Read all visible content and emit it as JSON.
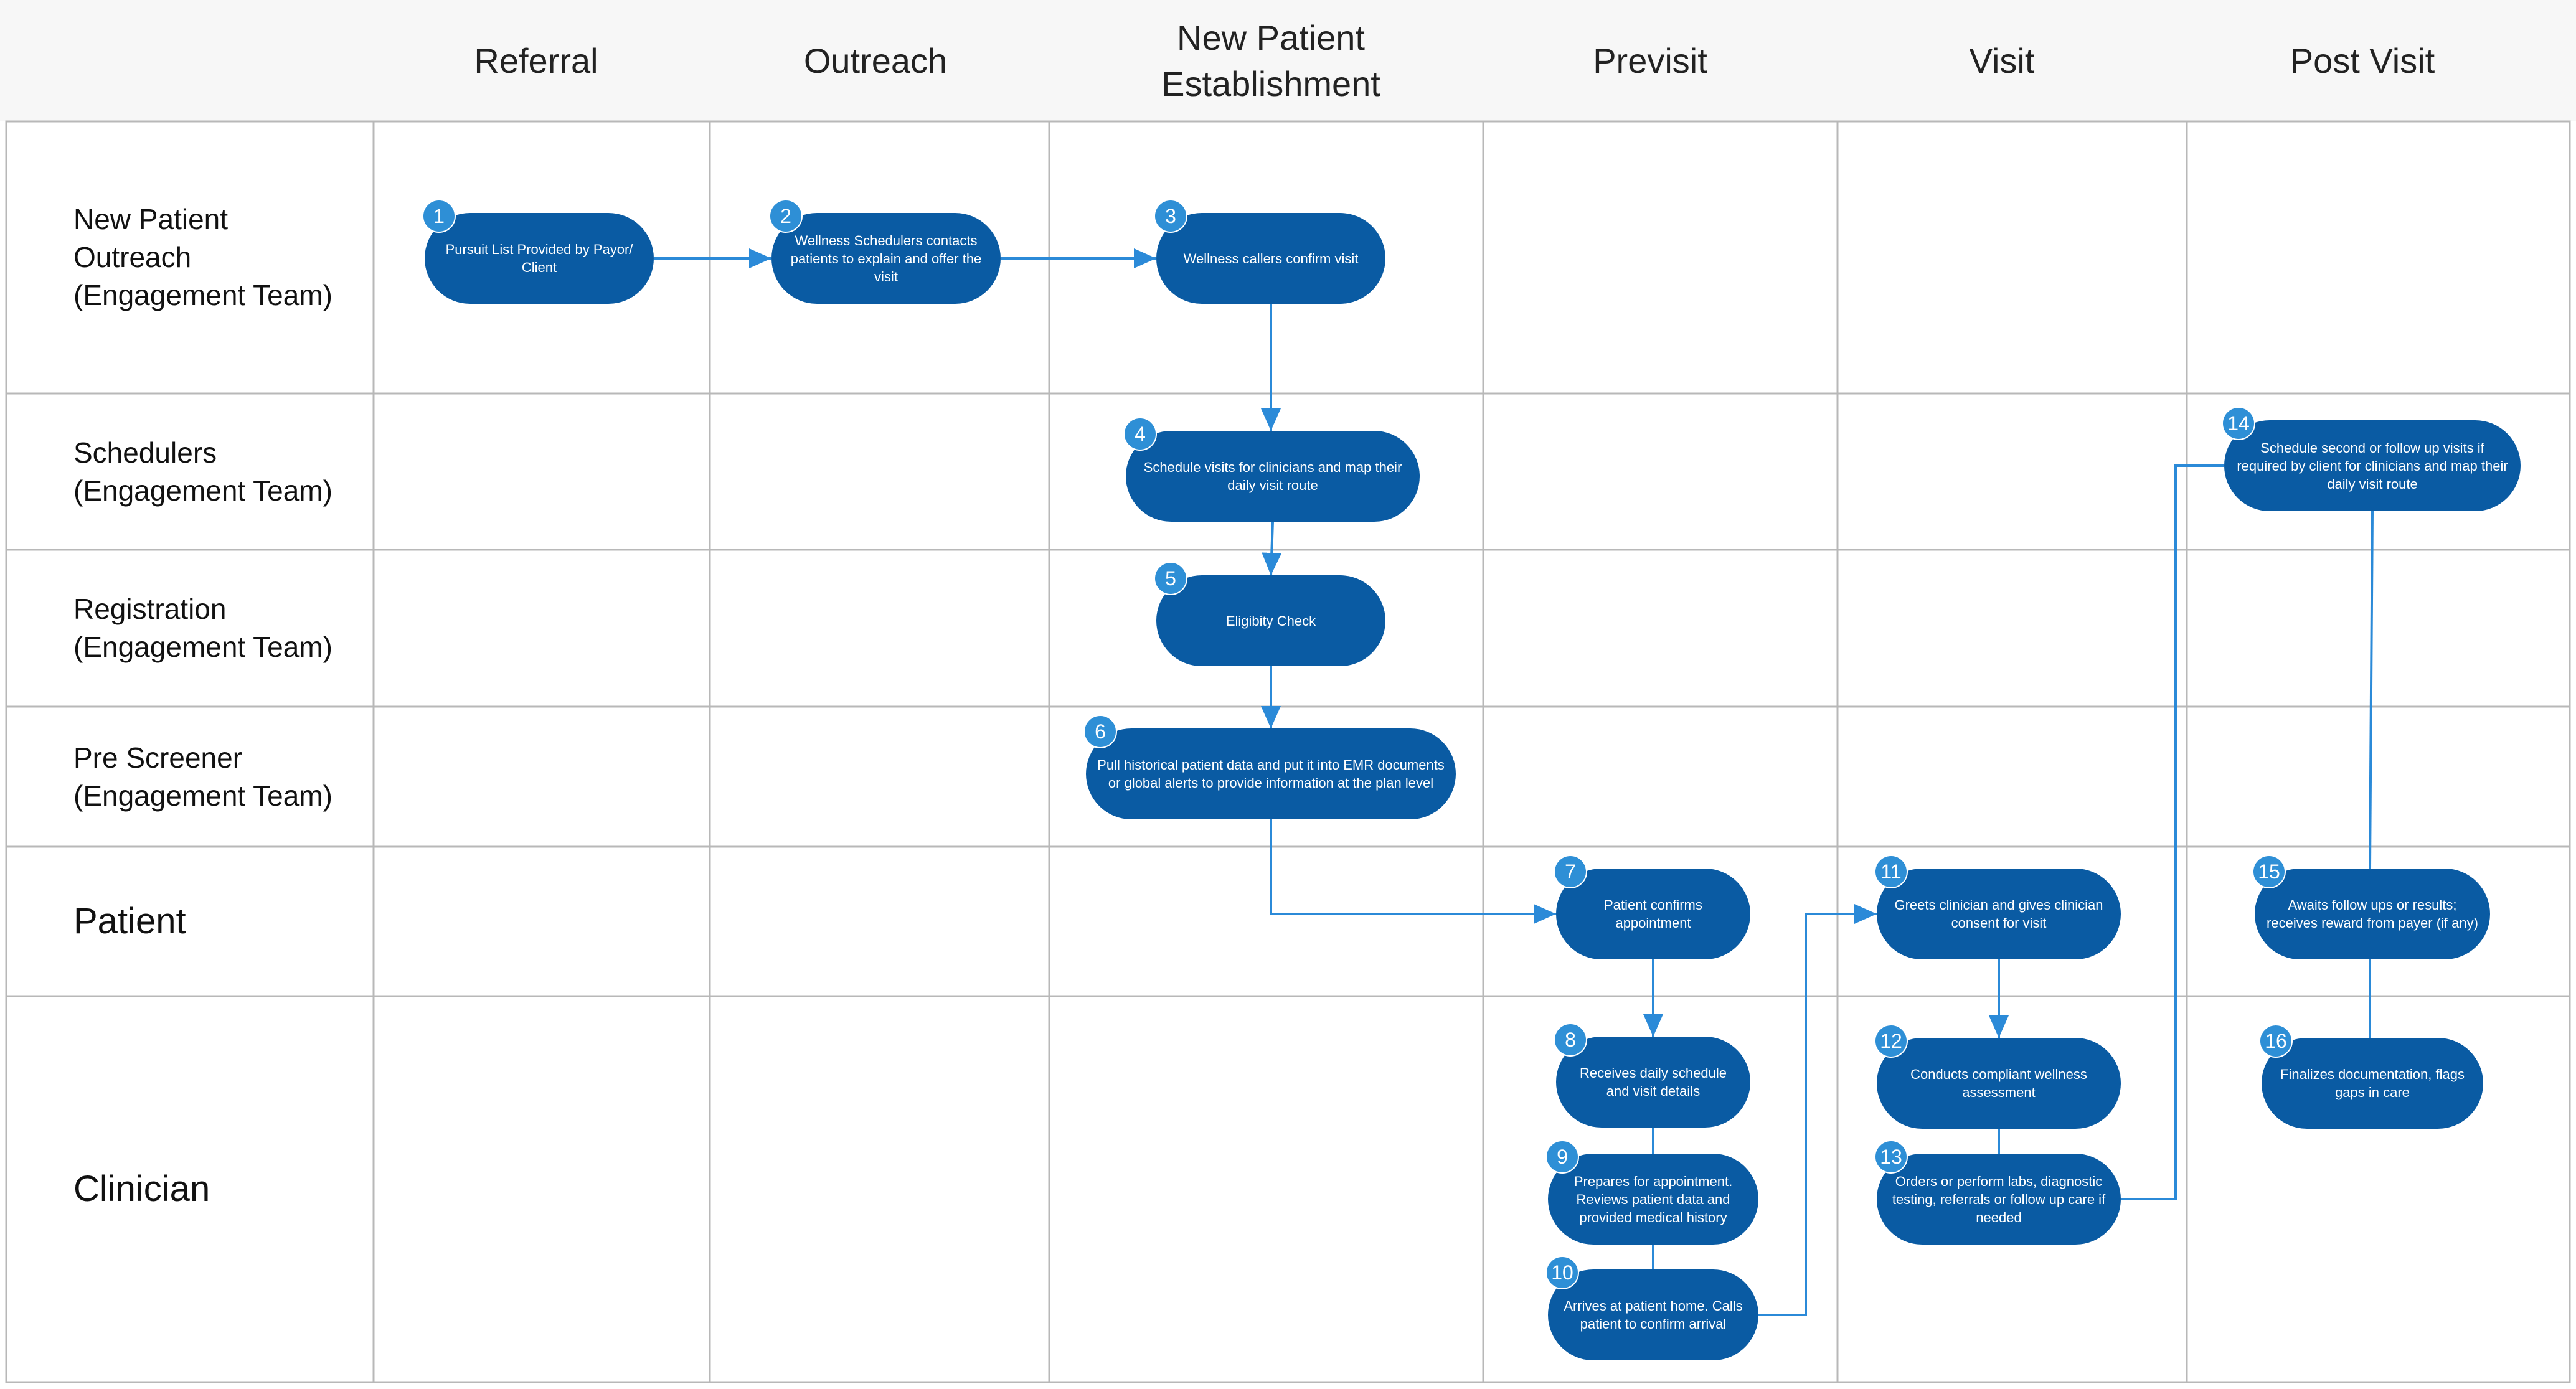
{
  "columns": [
    {
      "id": "referral",
      "label": "Referral"
    },
    {
      "id": "outreach",
      "label": "Outreach"
    },
    {
      "id": "establishment",
      "label": "New Patient\nEstablishment"
    },
    {
      "id": "previsit",
      "label": "Previsit"
    },
    {
      "id": "visit",
      "label": "Visit"
    },
    {
      "id": "post-visit",
      "label": "Post Visit"
    }
  ],
  "lanes": [
    {
      "id": "outreach",
      "label": "New Patient\nOutreach\n(Engagement Team)"
    },
    {
      "id": "schedulers",
      "label": "Schedulers\n(Engagement Team)"
    },
    {
      "id": "registration",
      "label": "Registration\n(Engagement Team)"
    },
    {
      "id": "prescreener",
      "label": "Pre Screener\n(Engagement Team)"
    },
    {
      "id": "patient",
      "label": "Patient"
    },
    {
      "id": "clinician",
      "label": "Clinician"
    }
  ],
  "steps": [
    {
      "num": "1",
      "text": "Pursuit List Provided by Payor/ Client"
    },
    {
      "num": "2",
      "text": "Wellness Schedulers contacts patients to explain and offer the visit"
    },
    {
      "num": "3",
      "text": "Wellness callers confirm visit"
    },
    {
      "num": "4",
      "text": "Schedule visits for clinicians and map their daily visit route"
    },
    {
      "num": "5",
      "text": "Eligibity Check"
    },
    {
      "num": "6",
      "text": "Pull historical patient data and put it into EMR documents or global alerts to provide information at the plan level"
    },
    {
      "num": "7",
      "text": "Patient confirms appointment"
    },
    {
      "num": "8",
      "text": "Receives daily schedule and visit details"
    },
    {
      "num": "9",
      "text": "Prepares for appointment. Reviews patient data and provided medical history"
    },
    {
      "num": "10",
      "text": "Arrives at patient home. Calls patient to confirm arrival"
    },
    {
      "num": "11",
      "text": "Greets clinician and gives clinician consent for visit"
    },
    {
      "num": "12",
      "text": "Conducts compliant wellness assessment"
    },
    {
      "num": "13",
      "text": "Orders or perform labs, diagnostic testing, referrals or follow up care if needed"
    },
    {
      "num": "14",
      "text": "Schedule second or follow up visits if required by client for clinicians and map their daily visit route"
    },
    {
      "num": "15",
      "text": "Awaits follow ups or results; receives reward from payer (if any)"
    },
    {
      "num": "16",
      "text": "Finalizes documentation, flags gaps in care"
    }
  ],
  "colors": {
    "node": "#0a5ba3",
    "badge": "#2e8fd6",
    "connector": "#2b8ad8",
    "grid": "#b8b8b8"
  }
}
